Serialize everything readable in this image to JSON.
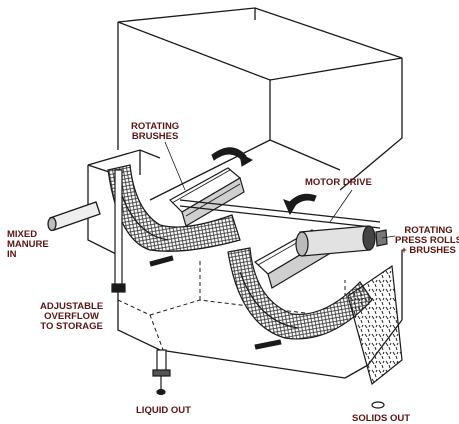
{
  "diagram": {
    "labels": {
      "rotating_brushes": "ROTATING\nBRUSHES",
      "motor_drive": "MOTOR DRIVE",
      "mixed_manure_in": "MIXED\nMANURE\nIN",
      "rotating_press_rolls": "ROTATING\nPRESS ROLLS\n+ BRUSHES",
      "adjustable_overflow": "ADJUSTABLE\nOVERFLOW\nTO STORAGE",
      "liquid_out": "LIQUID OUT",
      "solids_out": "SOLIDS OUT"
    },
    "colors": {
      "label": "#5c1414",
      "line": "#1a1a1a",
      "screen_fill": "#9a9a9a"
    }
  }
}
